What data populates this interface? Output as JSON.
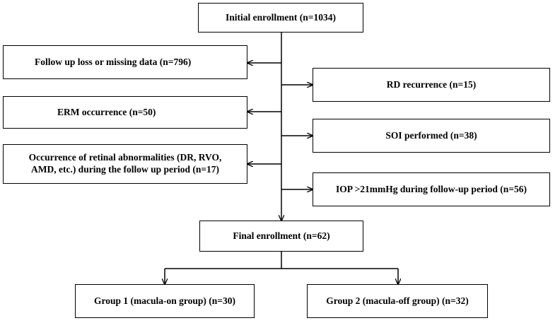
{
  "flowchart": {
    "initial": "Initial enrollment (n=1034)",
    "excluded_left": [
      "Follow up loss or missing data (n=796)",
      "ERM occurrence (n=50)"
    ],
    "excluded_left_multiline": [
      "Occurrence of retinal abnormalities (DR, RVO,",
      "AMD, etc.) during the follow up period (n=17)"
    ],
    "excluded_right": [
      "RD recurrence (n=15)",
      "SOI performed (n=38)",
      "IOP >21mmHg  during follow-up period (n=56)"
    ],
    "final": "Final enrollment (n=62)",
    "groups": [
      "Group 1 (macula-on group) (n=30)",
      "Group 2 (macula-off group) (n=32)"
    ]
  }
}
